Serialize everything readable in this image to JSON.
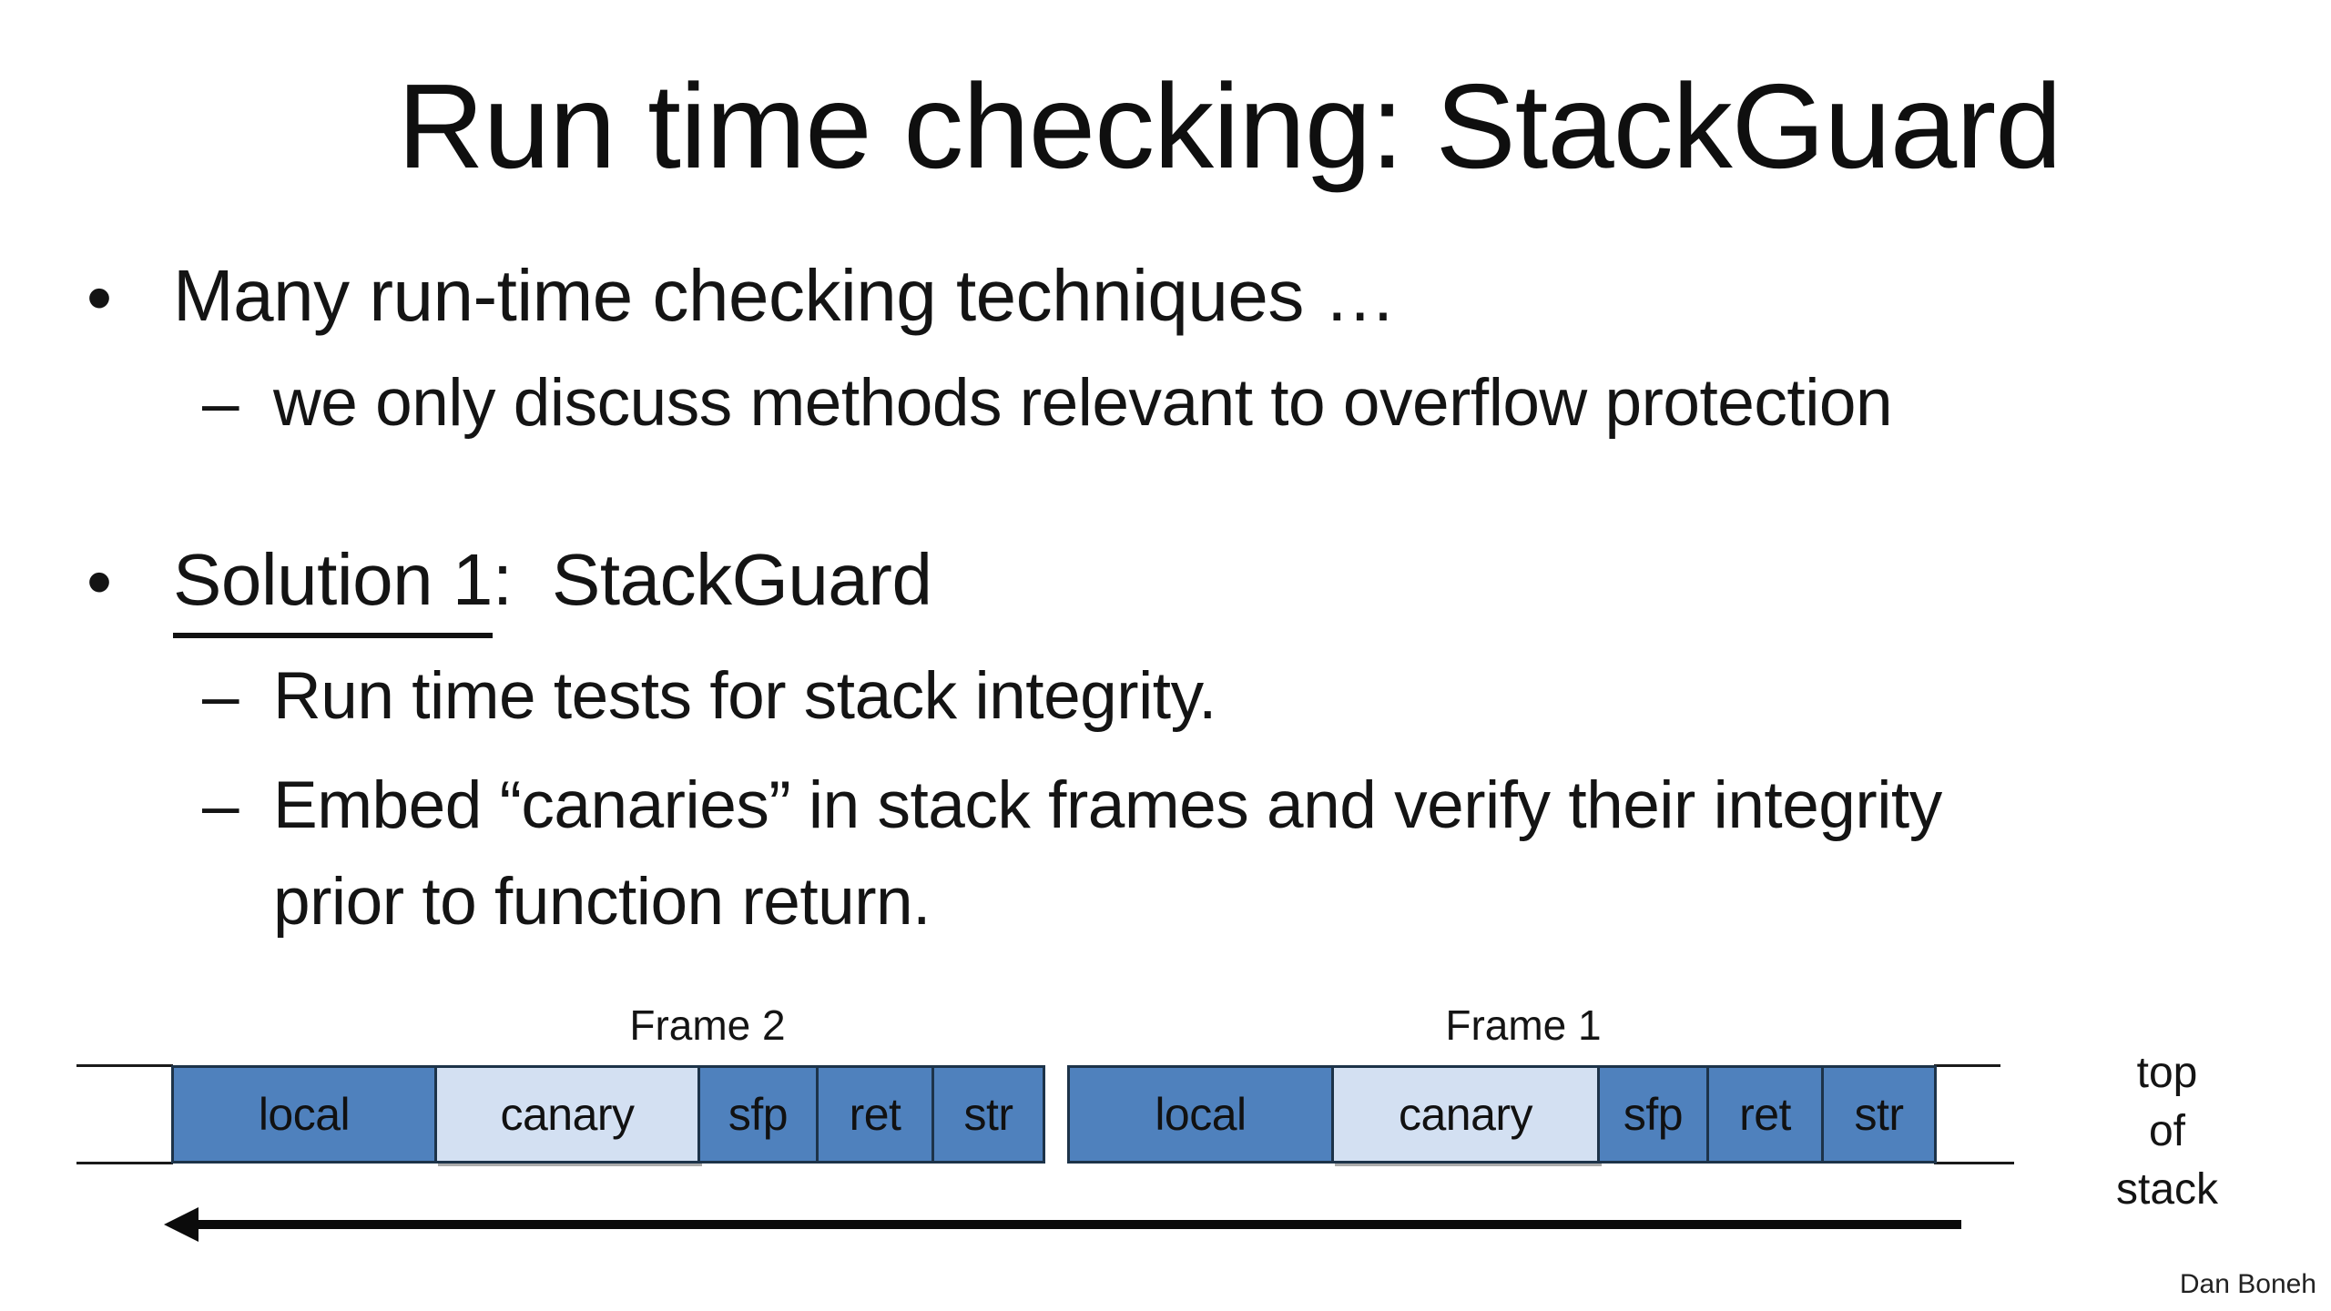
{
  "slide": {
    "title": "Run time checking: StackGuard",
    "attribution": "Dan Boneh"
  },
  "bullets": {
    "b1": {
      "marker": "•",
      "text": "Many run-time checking techniques …"
    },
    "b1_sub1": {
      "marker": "–",
      "text": "we only discuss methods relevant to overflow protection"
    },
    "b2": {
      "marker": "•",
      "underlined": "Solution 1",
      "rest": ":  StackGuard"
    },
    "b2_sub1": {
      "marker": "–",
      "text": "Run time tests for stack integrity."
    },
    "b2_sub2": {
      "marker": "–",
      "line1": "Embed “canaries” in stack frames and verify their integrity",
      "line2": "prior to function return."
    }
  },
  "diagram": {
    "frame2": {
      "label": "Frame 2",
      "segments": [
        "local",
        "canary",
        "sfp",
        "ret",
        "str"
      ]
    },
    "frame1": {
      "label": "Frame 1",
      "segments": [
        "local",
        "canary",
        "sfp",
        "ret",
        "str"
      ]
    },
    "top_of_stack": {
      "line1": "top",
      "line2": "of",
      "line3": "stack"
    },
    "colors": {
      "segment_fill": "#4f81bd",
      "canary_fill": "#d3e0f2",
      "segment_border": "#1d3349",
      "text": "#141414"
    }
  }
}
